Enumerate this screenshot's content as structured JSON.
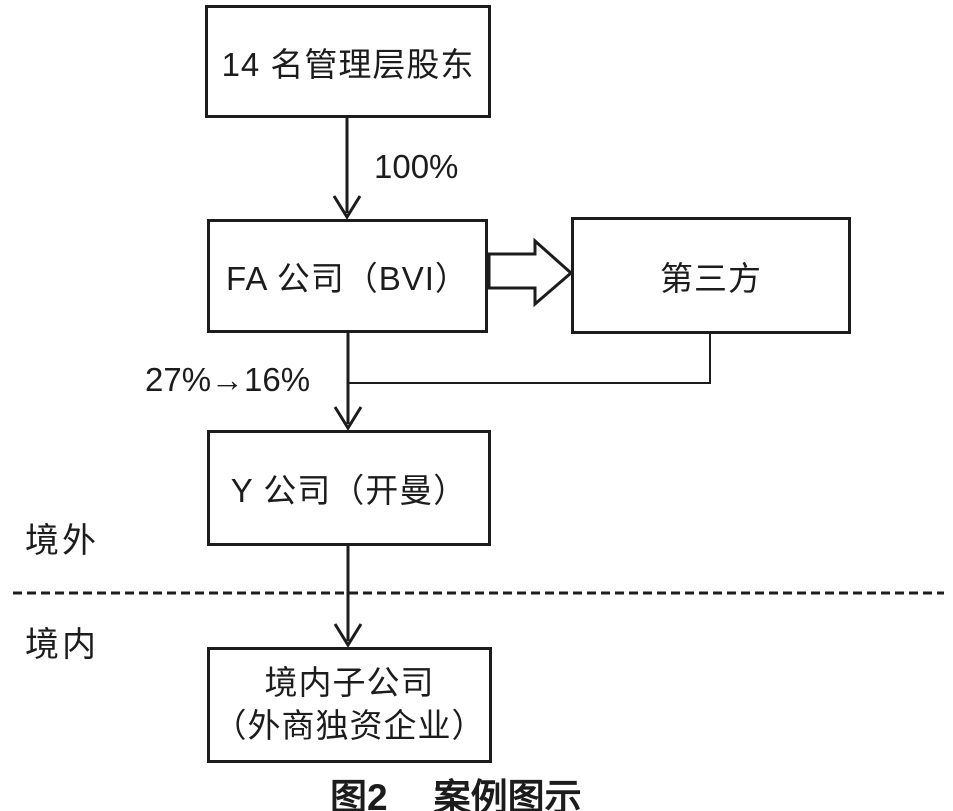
{
  "diagram": {
    "nodes": {
      "shareholders": {
        "label": "14 名管理层股东"
      },
      "fa_company": {
        "label": "FA 公司（BVI）"
      },
      "third_party": {
        "label": "第三方"
      },
      "y_company": {
        "label": "Y 公司（开曼）"
      },
      "domestic_subsidiary": {
        "label_line1": "境内子公司",
        "label_line2": "（外商独资企业）"
      }
    },
    "edge_labels": {
      "shareholders_to_fa": "100%",
      "fa_to_y": "27%→16%"
    },
    "region_labels": {
      "offshore": "境外",
      "onshore": "境内"
    },
    "caption": {
      "figure_number": "图2",
      "title": "案例图示"
    },
    "colors": {
      "line": "#1c1c1c",
      "background": "#ffffff",
      "text": "#1c1c1c"
    }
  }
}
